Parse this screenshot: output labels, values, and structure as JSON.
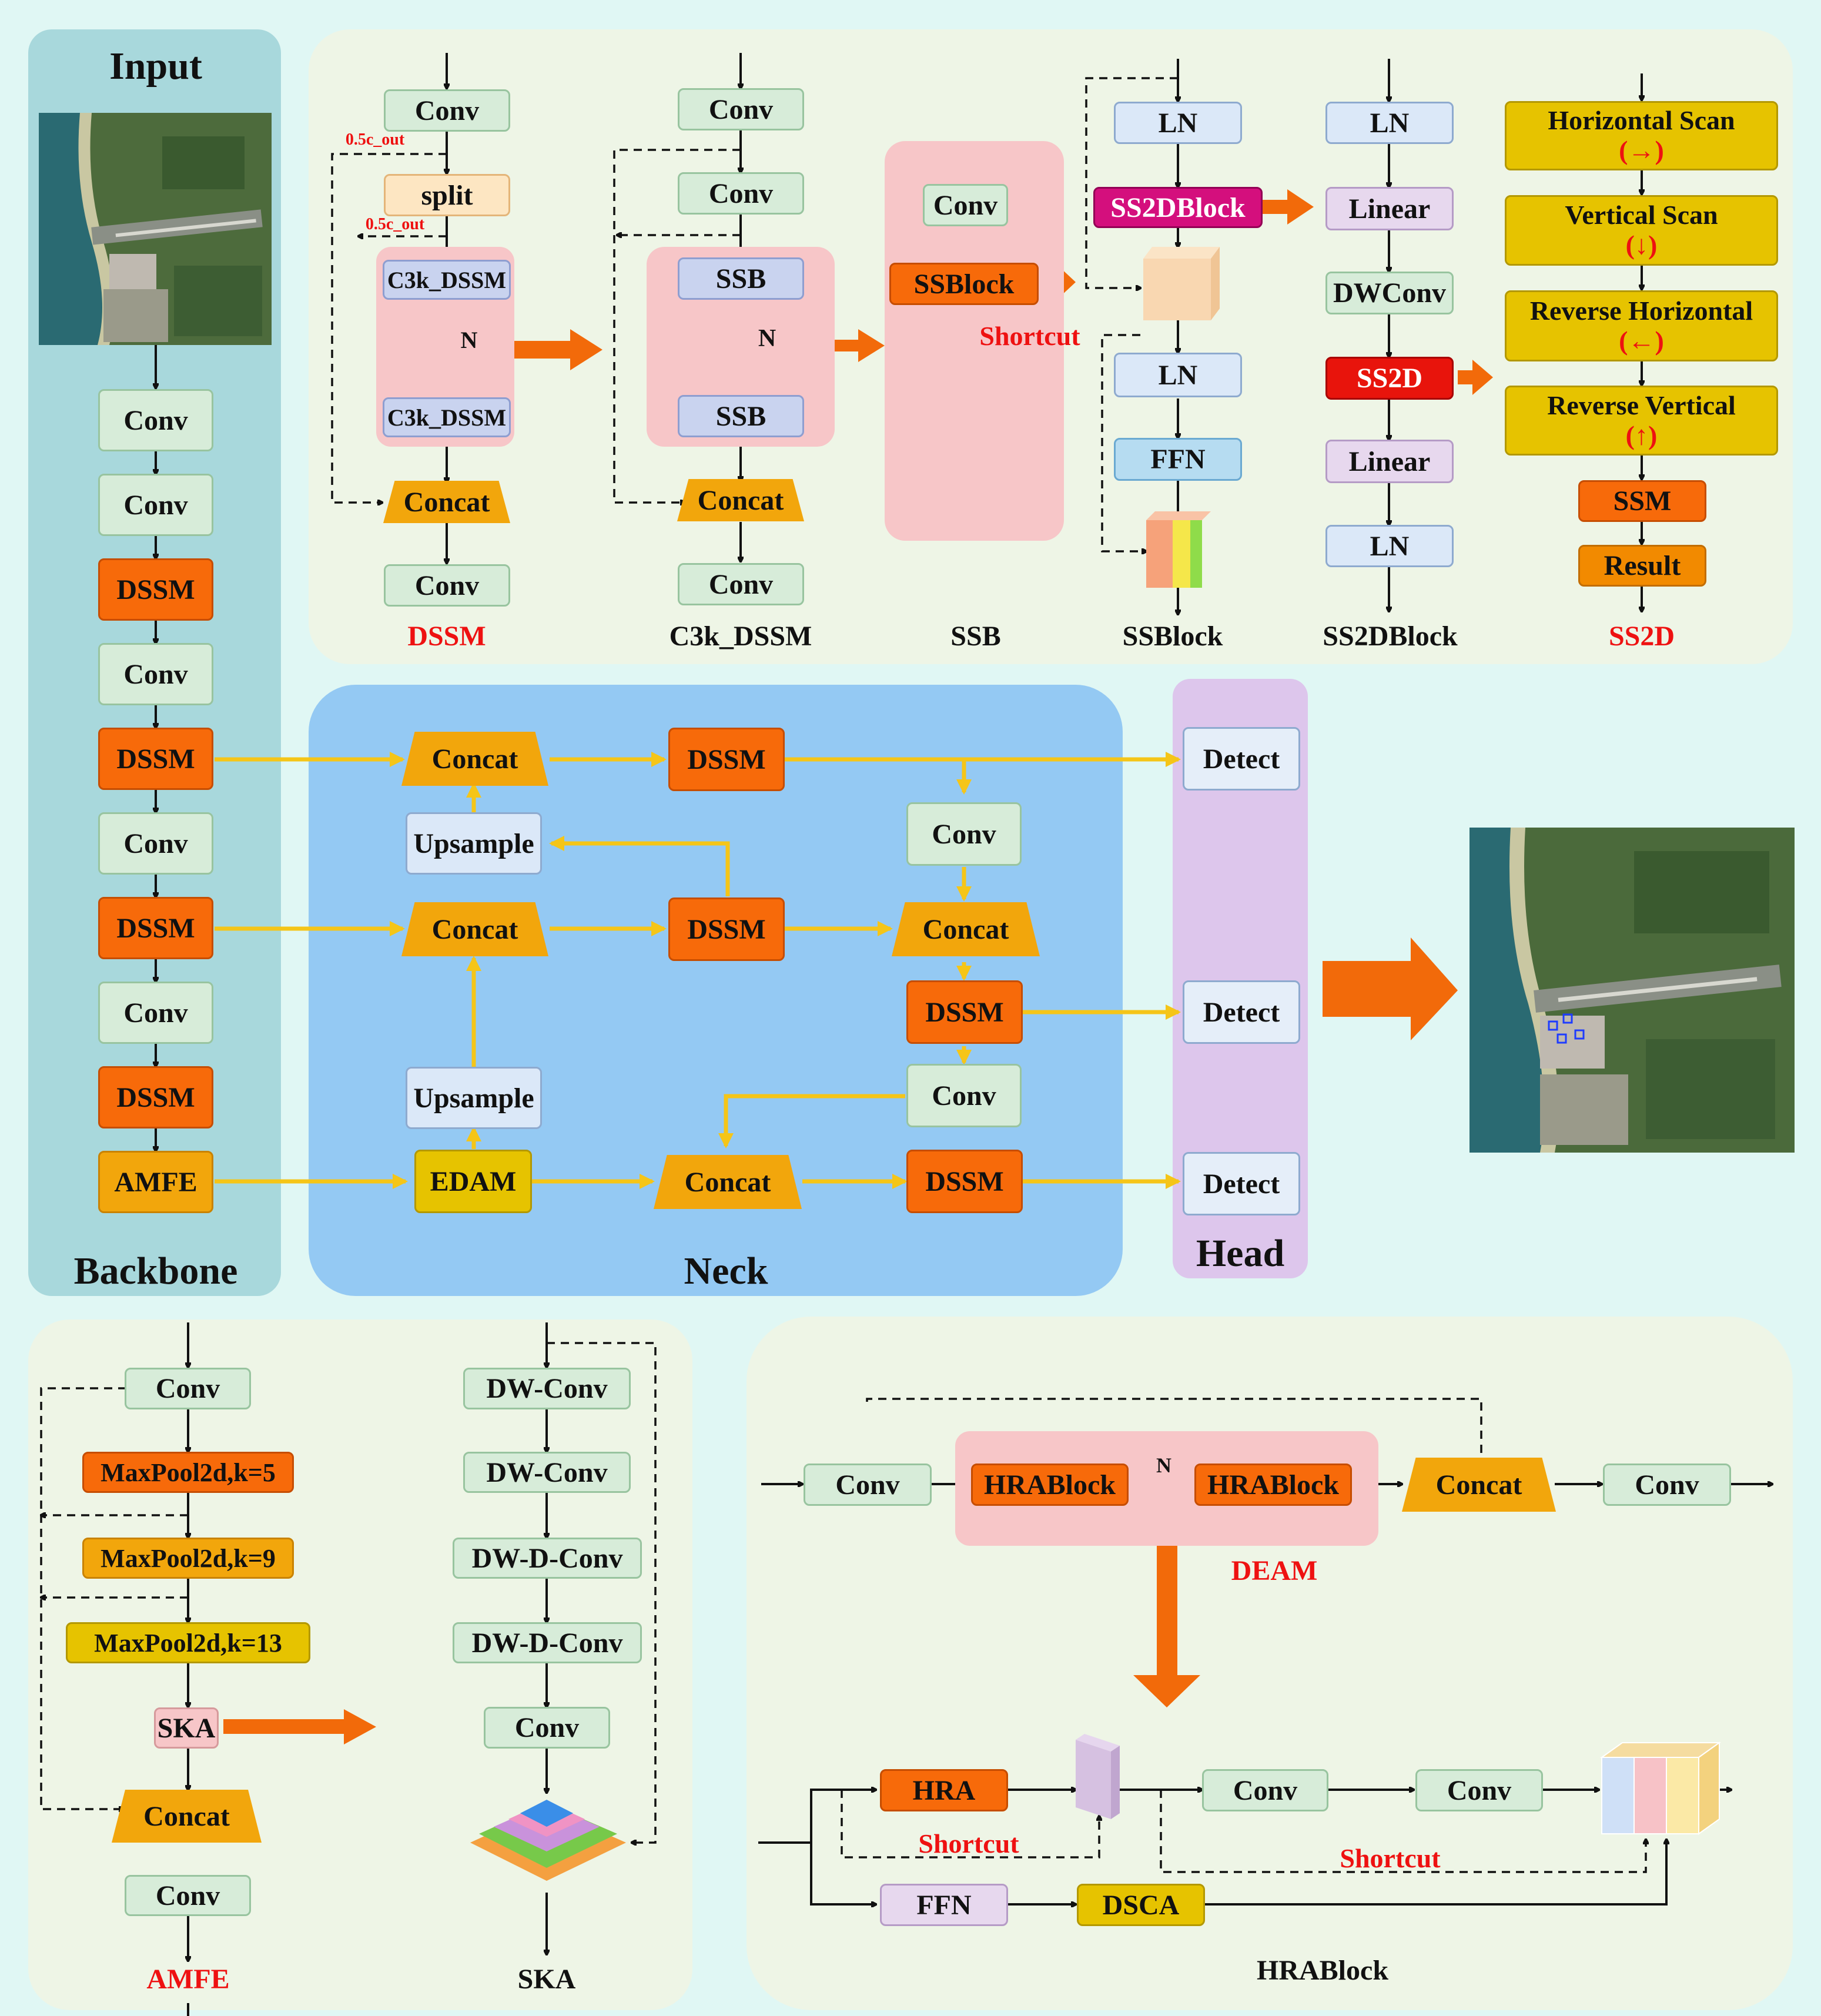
{
  "panels": {
    "input_title": "Input",
    "backbone_title": "Backbone",
    "neck_title": "Neck",
    "head_title": "Head"
  },
  "backbone": [
    "Conv",
    "Conv",
    "DSSM",
    "Conv",
    "DSSM",
    "Conv",
    "DSSM",
    "Conv",
    "DSSM",
    "AMFE"
  ],
  "neck": {
    "concat": "Concat",
    "dssm": "DSSM",
    "conv": "Conv",
    "upsample": "Upsample",
    "edam": "EDAM"
  },
  "head": {
    "detect": "Detect"
  },
  "dssm_module": {
    "conv": "Conv",
    "split": "split",
    "c3k": "C3k_DSSM",
    "n": "N",
    "concat": "Concat",
    "half_out": "0.5c_out",
    "caption": "DSSM"
  },
  "c3k_module": {
    "conv": "Conv",
    "ssb": "SSB",
    "n": "N",
    "concat": "Concat",
    "caption": "C3k_DSSM"
  },
  "ssb_module": {
    "conv": "Conv",
    "ssblock": "SSBlock",
    "shortcut": "Shortcut",
    "caption": "SSB"
  },
  "ssblock_module": {
    "ln": "LN",
    "ss2dblock": "SS2DBlock",
    "ffn": "FFN",
    "caption": "SSBlock"
  },
  "ss2dblock_module": {
    "ln": "LN",
    "linear": "Linear",
    "dwconv": "DWConv",
    "ss2d": "SS2D",
    "caption": "SS2DBlock"
  },
  "ss2d_module": {
    "h_scan": "Horizontal Scan",
    "h_arrow": "(→)",
    "v_scan": "Vertical Scan",
    "v_arrow": "(↓)",
    "rh_scan": "Reverse Horizontal",
    "rh_arrow": "(←)",
    "rv_scan": "Reverse Vertical",
    "rv_arrow": "(↑)",
    "ssm": "SSM",
    "result": "Result",
    "caption": "SS2D"
  },
  "amfe_module": {
    "conv": "Conv",
    "mp5": "MaxPool2d,k=5",
    "mp9": "MaxPool2d,k=9",
    "mp13": "MaxPool2d,k=13",
    "ska": "SKA",
    "concat": "Concat",
    "caption": "AMFE"
  },
  "ska_module": {
    "dw": "DW-Conv",
    "dwd": "DW-D-Conv",
    "conv": "Conv",
    "caption": "SKA"
  },
  "deam_module": {
    "conv": "Conv",
    "hra_block": "HRABlock",
    "n": "N",
    "concat": "Concat",
    "caption": "DEAM"
  },
  "hra_module": {
    "hra": "HRA",
    "ffn": "FFN",
    "dsca": "DSCA",
    "conv": "Conv",
    "shortcut": "Shortcut",
    "caption": "HRABlock"
  },
  "colors": {
    "dssm": "#f76a0a",
    "conv": "#d7ecd9",
    "yellow_arrow": "#f5c518",
    "red_text": "#e11111"
  }
}
